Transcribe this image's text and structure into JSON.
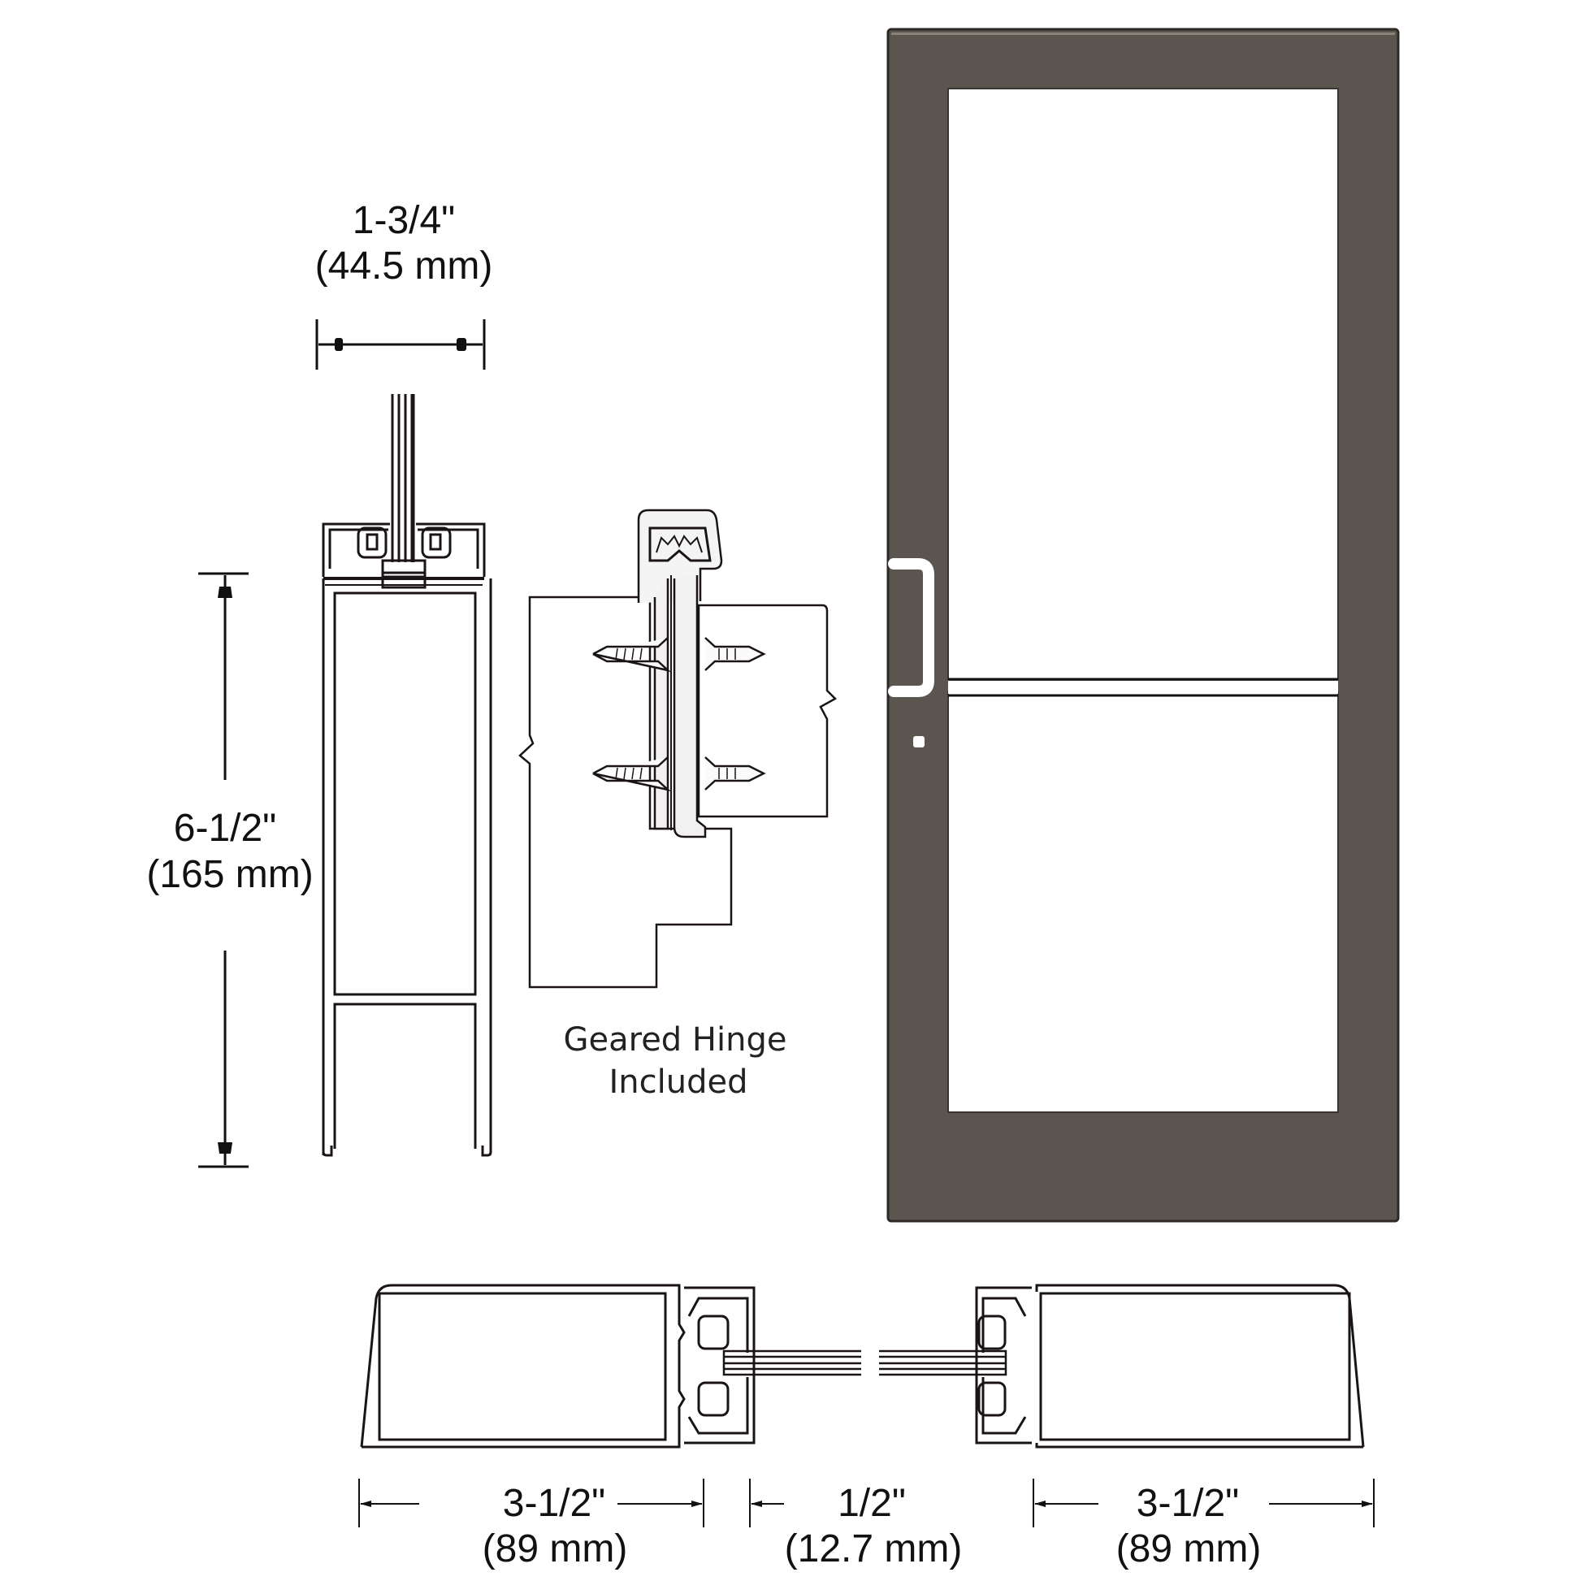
{
  "diagram": {
    "subject": "Aluminum entrance door with geared hinge - dimensional details",
    "colors": {
      "frame_finish": "#5b554f",
      "frame_edge": "#2d2925",
      "line": "#1a1414",
      "glass": "#ffffff",
      "background": "#ffffff"
    },
    "top_rail_detail": {
      "width_label_in": "1-3/4\"",
      "width_label_mm": "(44.5 mm)",
      "height_label_in": "6-1/2\"",
      "height_label_mm": "(165 mm)"
    },
    "hinge_detail": {
      "caption_line1": "Geared Hinge",
      "caption_line2": "Included"
    },
    "door_elevation": {
      "panels": 2,
      "hardware": [
        "pull-handle",
        "lock-cylinder"
      ],
      "mid_rail": true
    },
    "stile_section": {
      "left_width_in": "3-1/2\"",
      "left_width_mm": "(89 mm)",
      "glass_gap_in": "1/2\"",
      "glass_gap_mm": "(12.7 mm)",
      "right_width_in": "3-1/2\"",
      "right_width_mm": "(89 mm)"
    }
  }
}
